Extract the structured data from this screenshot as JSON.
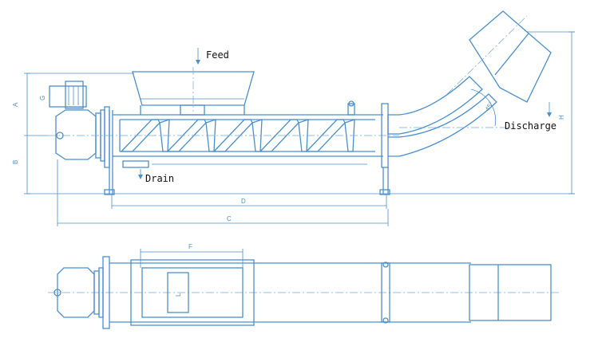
{
  "labels": {
    "feed": "Feed",
    "discharge": "Discharge",
    "drain": "Drain"
  },
  "dimensions": {
    "a": "A",
    "b": "B",
    "c": "C",
    "d": "D",
    "f": "F",
    "g": "G",
    "h": "H",
    "l": "L",
    "angle": "45°"
  },
  "colors": {
    "line": "#4a8fd0",
    "text": "#111111"
  }
}
